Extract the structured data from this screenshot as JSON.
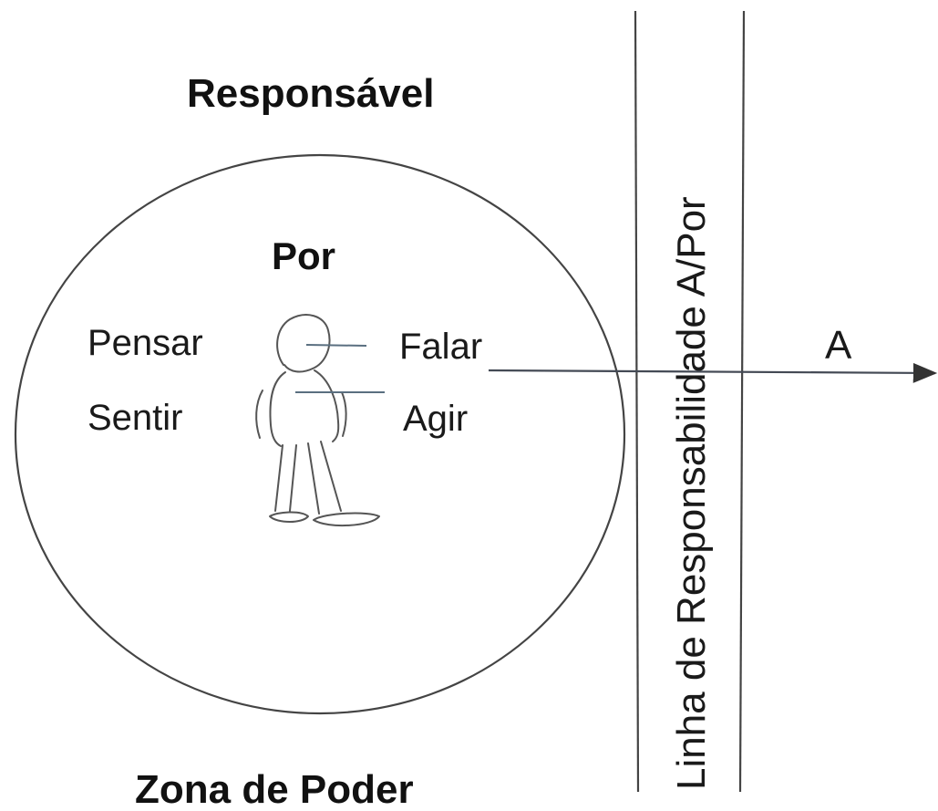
{
  "labels": {
    "top_title": "Responsável",
    "bottom_title": "Zona de Poder",
    "center_title": "Por",
    "left_verb_1": "Pensar",
    "left_verb_2": "Sentir",
    "right_verb_1": "Falar",
    "right_verb_2": "Agir",
    "band_text": "Linha de Responsabilidade A/Por",
    "arrow_label": "A"
  },
  "colors": {
    "ink": "#111111",
    "line": "#444444",
    "figure_line": "#555555",
    "pointer_line": "#5a6f80",
    "background": "#ffffff"
  },
  "icons": {
    "person": "stick-figure-person",
    "arrow": "arrow-right"
  }
}
